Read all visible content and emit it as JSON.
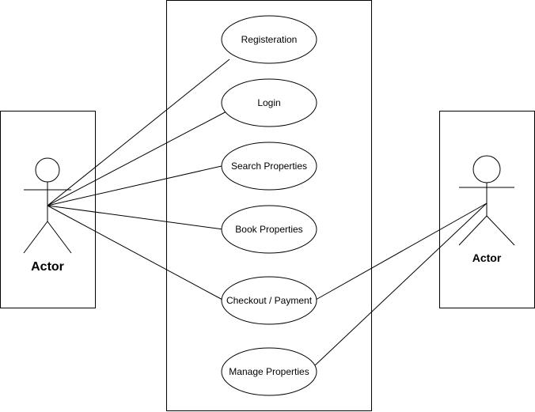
{
  "use_cases": [
    {
      "id": "registration",
      "label": "Registeration"
    },
    {
      "id": "login",
      "label": "Login"
    },
    {
      "id": "search",
      "label": "Search Properties"
    },
    {
      "id": "book",
      "label": "Book Properties"
    },
    {
      "id": "checkout",
      "label": "Checkout / Payment"
    },
    {
      "id": "manage",
      "label": "Manage Properties"
    }
  ],
  "actors": [
    {
      "id": "left-actor",
      "label": "Actor"
    },
    {
      "id": "right-actor",
      "label": "Actor"
    }
  ],
  "associations": [
    {
      "from": "left-actor",
      "to": "registration"
    },
    {
      "from": "left-actor",
      "to": "login"
    },
    {
      "from": "left-actor",
      "to": "search"
    },
    {
      "from": "left-actor",
      "to": "book"
    },
    {
      "from": "left-actor",
      "to": "checkout"
    },
    {
      "from": "right-actor",
      "to": "checkout"
    },
    {
      "from": "right-actor",
      "to": "manage"
    }
  ],
  "colors": {
    "stroke": "#000000",
    "fill": "#ffffff"
  }
}
